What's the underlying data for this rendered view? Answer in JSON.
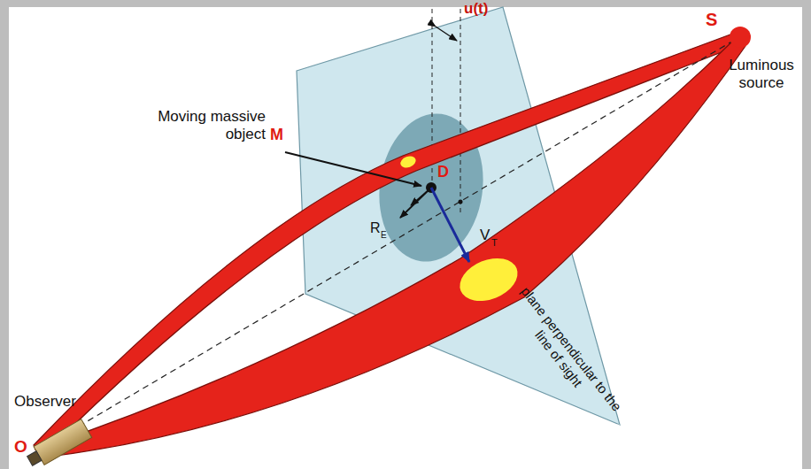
{
  "diagram": {
    "labels": [
      "u(t)",
      "S",
      "Luminous source",
      "Moving massive object",
      "M",
      "D",
      "R",
      "E",
      "V",
      "T",
      "plane perpendicular to the line of sight",
      "Observer",
      "O"
    ]
  }
}
